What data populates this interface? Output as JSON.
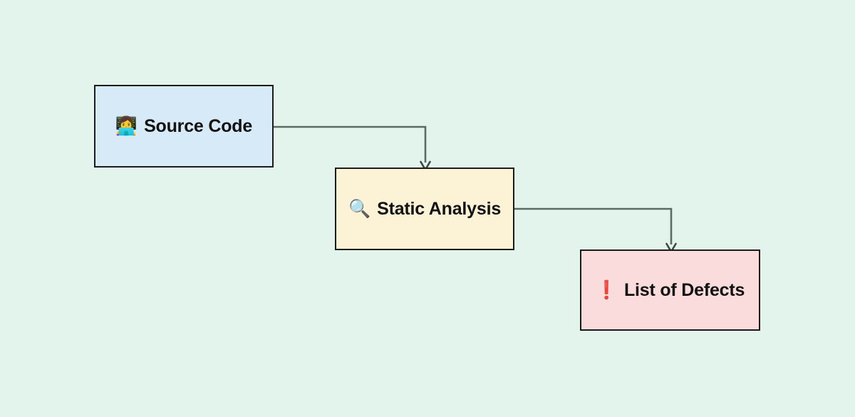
{
  "diagram": {
    "type": "flowchart",
    "background_color": "#e3f4ec",
    "edge_color": "#5a6b63",
    "node_border_color": "#1b1b1b",
    "nodes": [
      {
        "id": "source-code",
        "label": "Source Code",
        "icon": "👩‍💻",
        "icon_name": "person-at-computer-icon",
        "fill": "#d6eaf7"
      },
      {
        "id": "static-analysis",
        "label": "Static Analysis",
        "icon": "🔍",
        "icon_name": "magnifying-glass-icon",
        "fill": "#fcf3d7"
      },
      {
        "id": "list-of-defects",
        "label": "List of Defects",
        "icon": "❗",
        "icon_name": "exclamation-mark-icon",
        "fill": "#fbdcdc"
      }
    ],
    "edges": [
      {
        "id": "edge-source-to-static",
        "from": "source-code",
        "to": "static-analysis"
      },
      {
        "id": "edge-static-to-defects",
        "from": "static-analysis",
        "to": "list-of-defects"
      }
    ]
  }
}
